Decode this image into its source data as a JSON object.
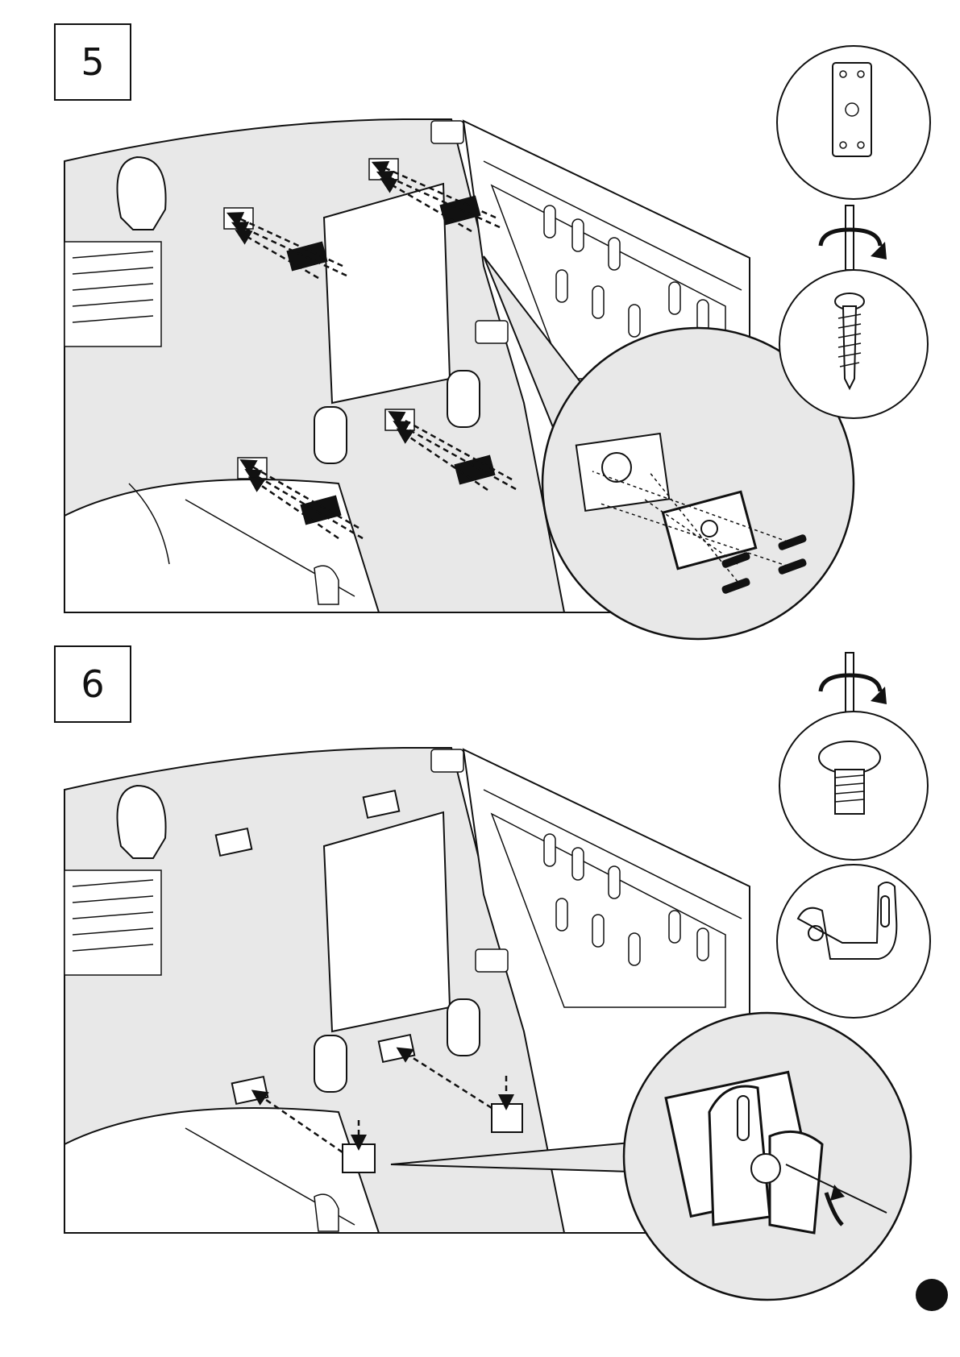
{
  "steps": [
    {
      "number": "5"
    },
    {
      "number": "6"
    }
  ],
  "icons": {
    "step5_parts": [
      "mounting-plate-icon",
      "screwdriver-rotate-icon",
      "wood-screw-icon"
    ],
    "step6_parts": [
      "screwdriver-rotate-icon",
      "machine-bolt-icon",
      "u-bracket-icon"
    ]
  },
  "colors": {
    "panel_fill": "#e8e8e8",
    "line": "#111111",
    "background": "#ffffff"
  },
  "page_marker": "filled-circle"
}
